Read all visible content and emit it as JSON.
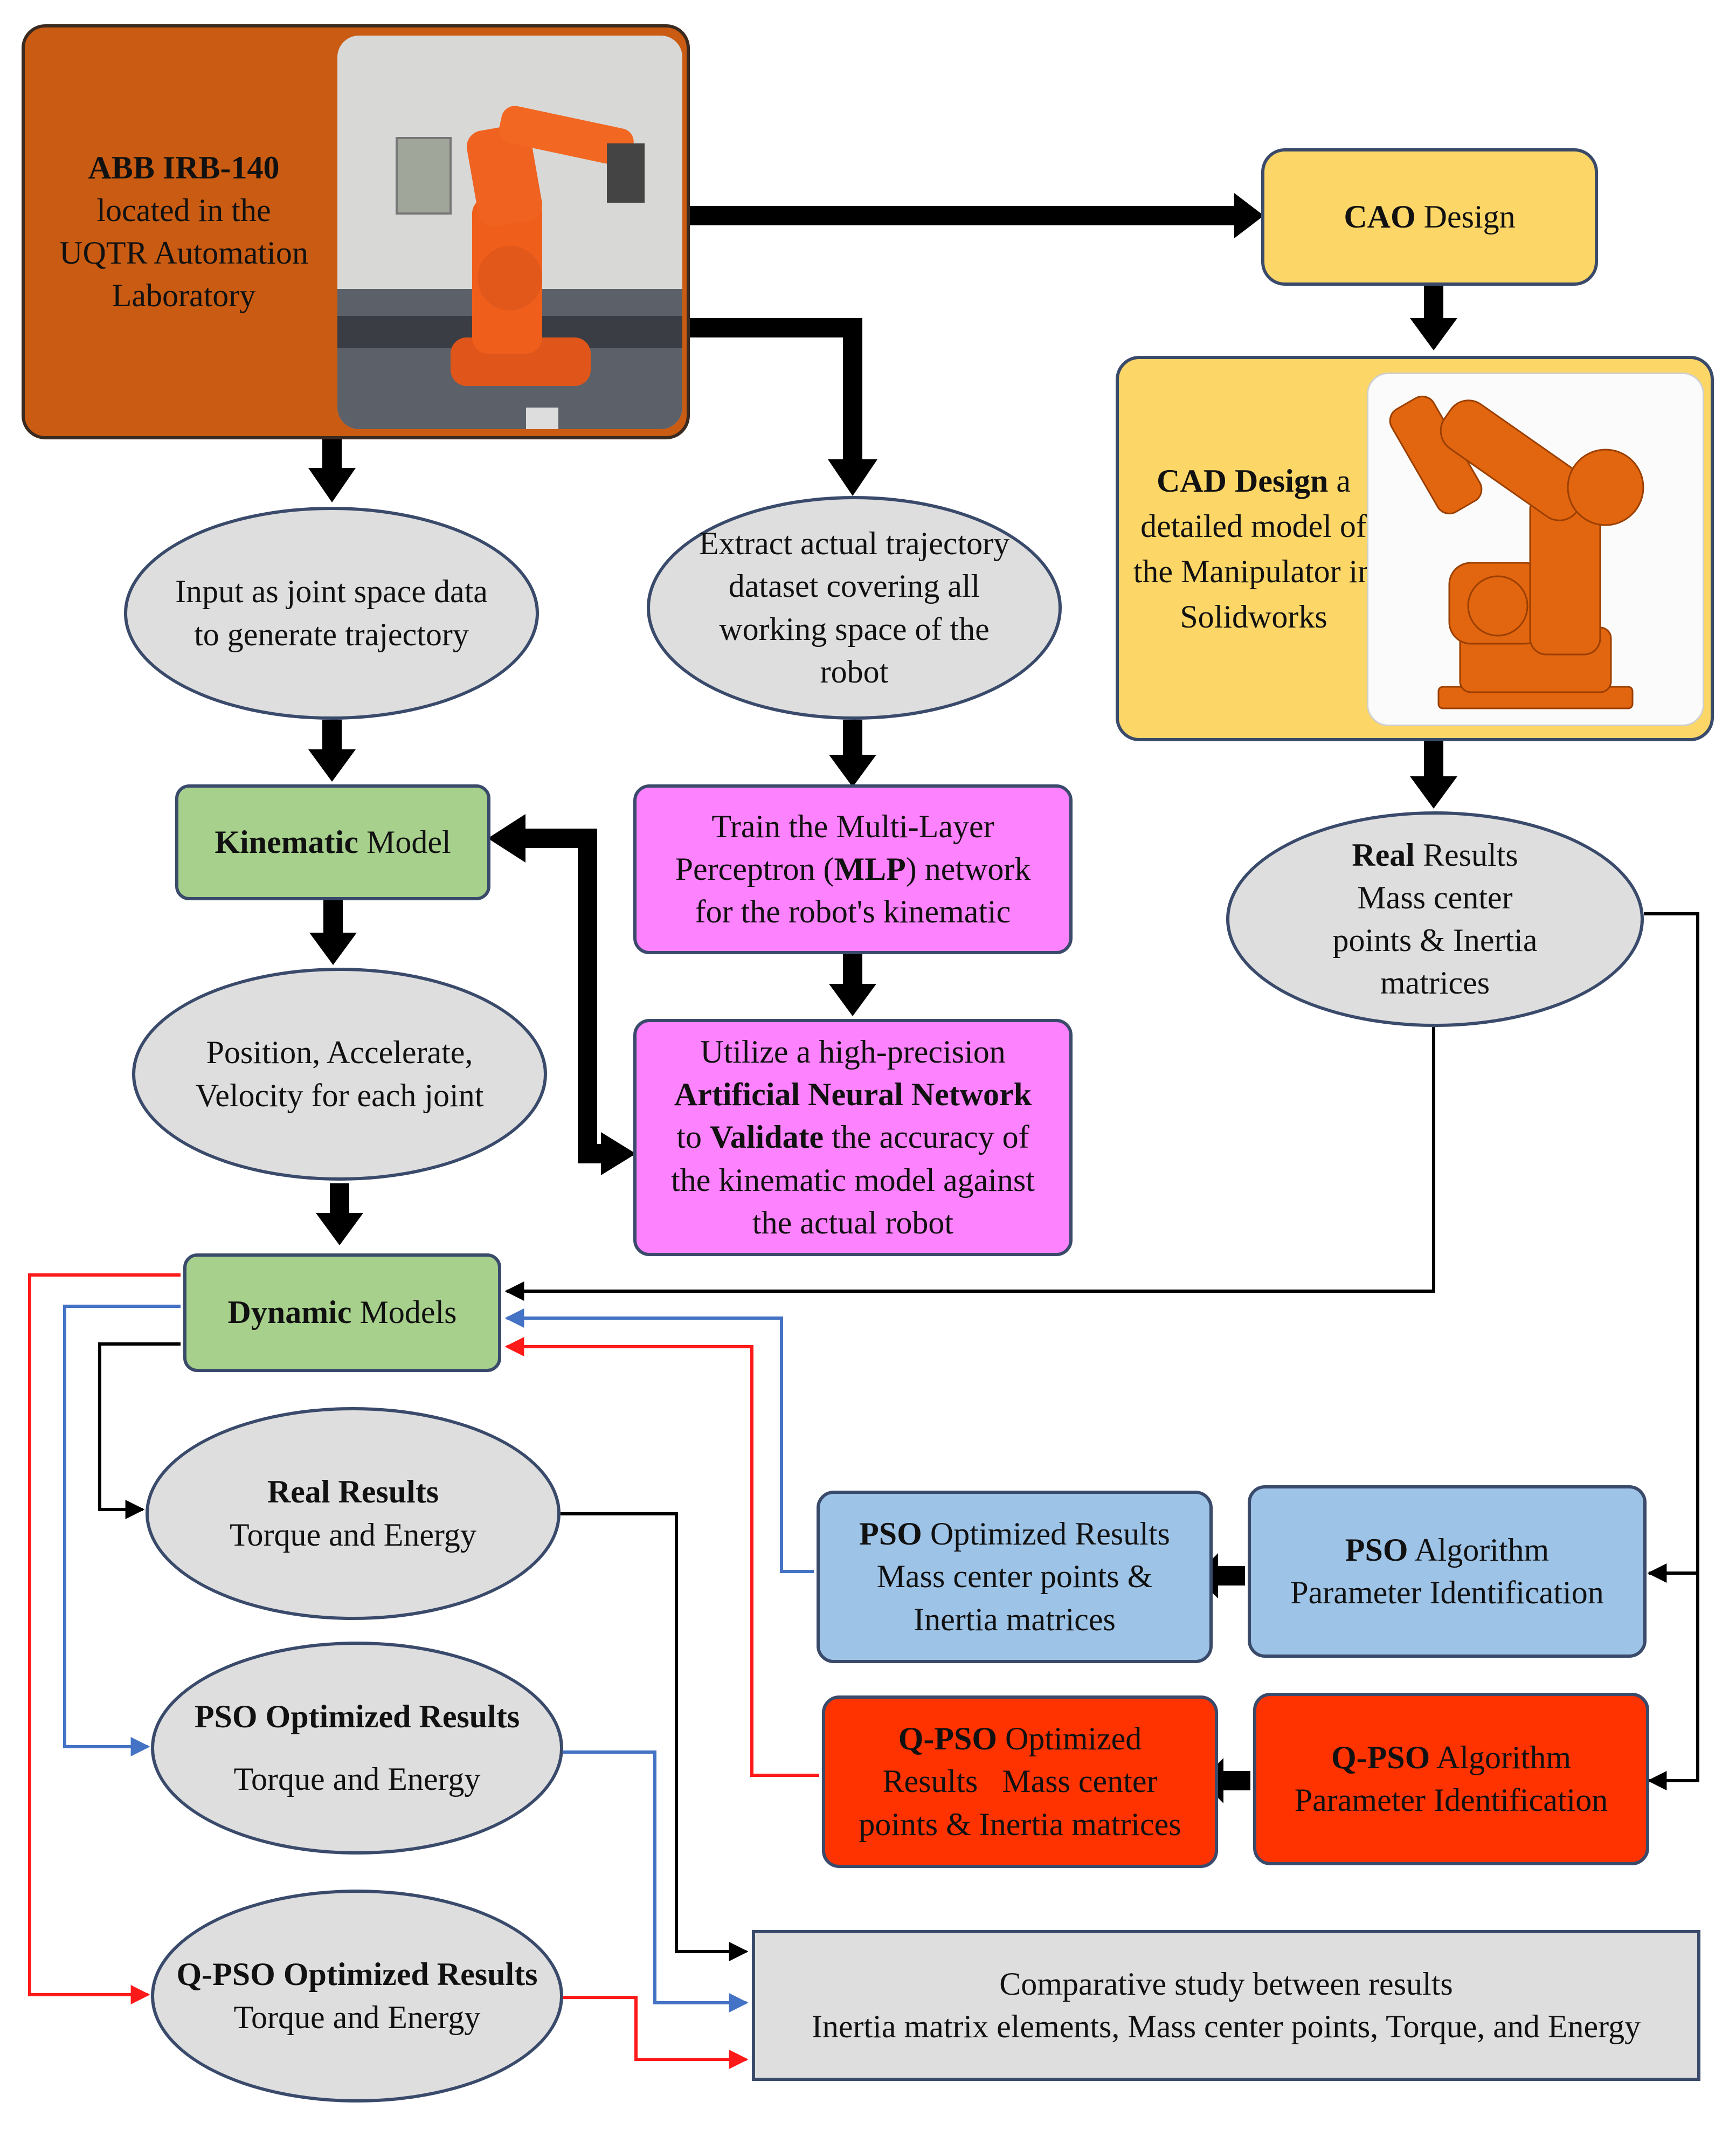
{
  "colors": {
    "abb_box": "#c95c12",
    "cao_box": "#fcd767",
    "cad_box": "#fcd767",
    "green_box": "#a7d08c",
    "pink_box": "#fd82fd",
    "blue_box": "#9dc3e6",
    "red_box": "#fe3300",
    "ellipse": "#dedede",
    "compare_box": "#dedede",
    "arrow_black": "#000000",
    "line_red": "#ff1a1a",
    "line_blue": "#4472c4"
  },
  "abb": {
    "bold": "ABB IRB-140",
    "lines": [
      "located in the",
      "UQTR Automation",
      "Laboratory"
    ],
    "photo_icon": "robot-arm-photo"
  },
  "cao": {
    "bold": "CAO",
    "rest": " Design"
  },
  "cad": {
    "bold": "CAD Design",
    "rest": " a detailed model of the Manipulator in Solidworks",
    "render_icon": "robot-cad-render"
  },
  "input_joint": {
    "lines": [
      "Input as joint space data",
      "to generate trajectory"
    ]
  },
  "extract": {
    "lines": [
      "Extract actual trajectory",
      "dataset covering all",
      "working space of the",
      "robot"
    ]
  },
  "kinematic": {
    "bold": "Kinematic",
    "rest": " Model"
  },
  "train_mlp": {
    "line1": "Train the Multi-Layer",
    "line2_pre": "Perceptron (",
    "line2_bold": "MLP",
    "line2_post": ") network",
    "line3": "for the robot's kinematic"
  },
  "utilize_ann": {
    "line1": "Utilize a high-precision",
    "line2_bold": "Artificial Neural Network",
    "line3_pre": "to ",
    "line3_bold": "Validate",
    "line3_post": " the accuracy of",
    "line4": "the kinematic model against",
    "line5": "the actual robot"
  },
  "position": {
    "lines": [
      "Position, Accelerate,",
      "Velocity for each joint"
    ]
  },
  "real_mass": {
    "bold": "Real",
    "rest": " Results",
    "lines": [
      "Mass center",
      "points & Inertia",
      "matrices"
    ]
  },
  "dynamic": {
    "bold": "Dynamic",
    "rest": " Models"
  },
  "real_torque": {
    "bold": "Real Results",
    "line": "Torque and Energy"
  },
  "pso_torque": {
    "bold": "PSO Optimized Results",
    "line": "Torque and Energy"
  },
  "qpso_torque": {
    "bold": "Q-PSO Optimized Results",
    "line": "Torque and Energy"
  },
  "pso_results": {
    "bold": "PSO",
    "rest": " Optimized Results",
    "lines": [
      "Mass center points &",
      "Inertia matrices"
    ]
  },
  "pso_alg": {
    "bold": "PSO",
    "rest": " Algorithm",
    "line": "Parameter Identification"
  },
  "qpso_results": {
    "bold": "Q-PSO",
    "rest": " Optimized",
    "lines": [
      "Results   Mass center",
      "points & Inertia matrices"
    ]
  },
  "qpso_alg": {
    "bold": "Q-PSO",
    "rest": " Algorithm",
    "line": "Parameter Identification"
  },
  "compare": {
    "lines": [
      "Comparative study between results",
      "Inertia matrix elements, Mass center points, Torque, and Energy"
    ]
  }
}
